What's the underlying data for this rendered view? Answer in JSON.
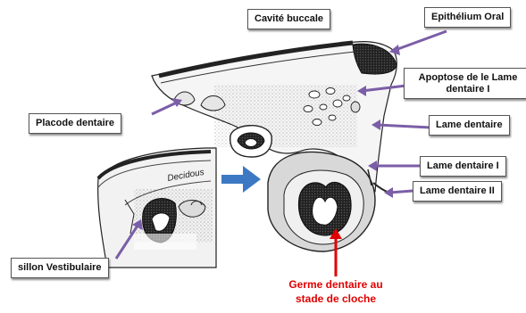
{
  "colors": {
    "pointer": "#7b5ea7",
    "highlight_arrow": "#e00000",
    "block_arrow": "#3d78c4"
  },
  "labels": {
    "cavite_buccale": "Cavité buccale",
    "epithelium_oral": "Epithélium Oral",
    "apoptose_line1": "Apoptose de le Lame",
    "apoptose_line2": "dentaire I",
    "placode_dentaire": "Placode dentaire",
    "lame_dentaire": "Lame dentaire",
    "lame_dentaire_1": "Lame dentaire I",
    "lame_dentaire_2": "Lame dentaire II",
    "sillon_vestibulaire": "sillon Vestibulaire",
    "germe_line1": "Germe dentaire au",
    "germe_line2": "stade de cloche",
    "inset_text": "Decidous"
  }
}
